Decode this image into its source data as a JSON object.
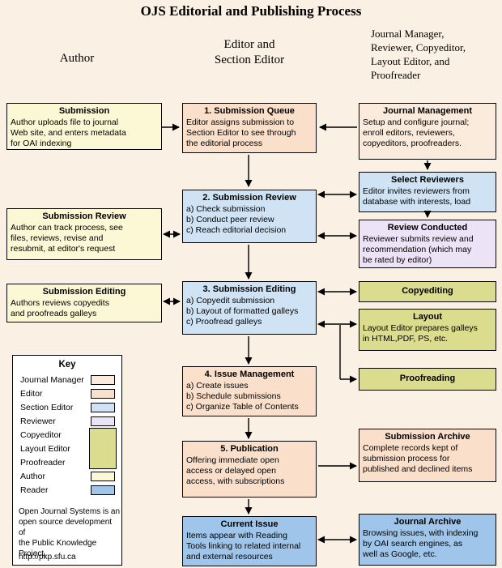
{
  "title": "OJS Editorial and Publishing Process",
  "headers": {
    "author": "Author",
    "editor_section": "Editor and\nSection Editor",
    "staff": "Journal Manager,\nReviewer, Copyeditor,\nLayout Editor, and\nProofreader"
  },
  "left_column": [
    {
      "title": "Submission",
      "body": "Author uploads file to journal\nWeb site, and enters metadata\nfor OAI indexing"
    },
    {
      "title": "Submission Review",
      "body": "Author can track process, see\nfiles, reviews, revise and\nresubmit, at editor's request"
    },
    {
      "title": "Submission Editing",
      "body": "Authors reviews copyedits\nand proofreads galleys"
    }
  ],
  "center_column": [
    {
      "title": "1. Submission Queue",
      "body": "Editor assigns submission to\nSection Editor to see through\nthe editorial process"
    },
    {
      "title": "2. Submission Review",
      "body": "a) Check submission\nb) Conduct peer review\nc) Reach editorial decision"
    },
    {
      "title": "3. Submission Editing",
      "body": "a) Copyedit submission\nb) Layout of formatted galleys\nc) Proofread galleys"
    },
    {
      "title": "4. Issue Management",
      "body": "a) Create issues\nb) Schedule submissions\nc) Organize Table of Contents"
    },
    {
      "title": "5. Publication",
      "body": "Offering immediate open\naccess or delayed open\naccess, with subscriptions"
    },
    {
      "title": "Current Issue",
      "body": "Items appear with Reading\nTools linking to related internal\nand external resources"
    }
  ],
  "right_column": [
    {
      "title": "Journal Management",
      "body": "Setup and configure journal;\nenroll editors, reviewers,\ncopyeditors, proofreaders."
    },
    {
      "title": "Select Reviewers",
      "body": "Editor invites reviewers from\ndatabase with interests, load"
    },
    {
      "title": "Review Conducted",
      "body": "Reviewer submits review and\nrecommendation (which may\nbe rated by editor)"
    },
    {
      "title": "Copyediting",
      "body": ""
    },
    {
      "title": "Layout",
      "body": "Layout Editor prepares galleys\nin HTML,PDF, PS, etc."
    },
    {
      "title": "Proofreading",
      "body": ""
    },
    {
      "title": "Submission Archive",
      "body": "Complete records kept of\nsubmission process for\npublished and declined items"
    },
    {
      "title": "Journal Archive",
      "body": "Browsing issues, with indexing\nby OAI search engines, as\nwell as Google, etc."
    }
  ],
  "key": {
    "title": "Key",
    "items": [
      "Journal Manager",
      "Editor",
      "Section Editor",
      "Reviewer",
      "Copyeditor",
      "Layout Editor",
      "Proofreader",
      "Author",
      "Reader"
    ],
    "note": "Open Journal Systems is an\nopen source development of\nthe Public Knowledge\nProject.",
    "url": "http://pkp.sfu.ca"
  },
  "colors": {
    "background": "#FBF0E4",
    "journal_manager": "#FBEBDC",
    "editor": "#FADFCB",
    "section_editor": "#CFE3F5",
    "reviewer": "#EDE3F7",
    "copyeditor_layout_proofreader": "#DCDC8E",
    "author": "#FCF7D5",
    "reader": "#9FC5EA",
    "key_background": "#FFFFFF",
    "arrow": "#000000"
  }
}
